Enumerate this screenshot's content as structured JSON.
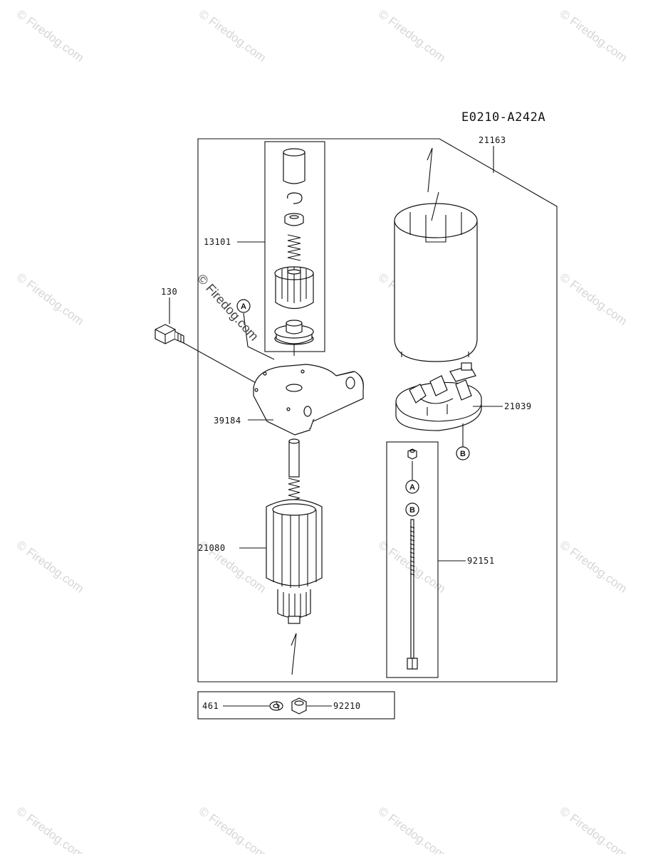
{
  "diagram_code": "E0210-A242A",
  "watermark_text": "© Firedog.com",
  "parts": {
    "yoke": "21163",
    "pinion_set": "13101",
    "bolt": "130",
    "front_bracket": "39184",
    "brush_holder": "21039",
    "armature": "21080",
    "through_bolt": "92151",
    "washer": "461",
    "nut": "92210"
  },
  "refs": {
    "a": "A",
    "b": "B"
  }
}
